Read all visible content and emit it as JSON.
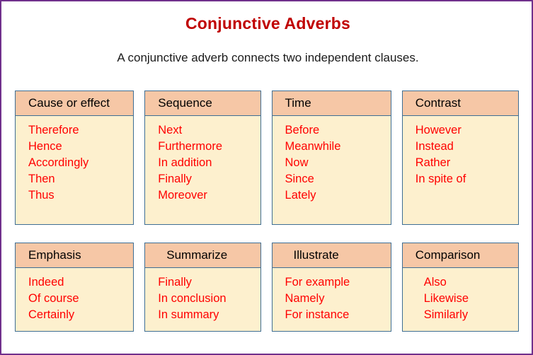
{
  "page": {
    "title": "Conjunctive Adverbs",
    "subtitle": "A conjunctive adverb connects two independent clauses.",
    "title_color": "#C00000",
    "subtitle_color": "#1a1a1a",
    "border_color": "#70308C",
    "card_border_color": "#3E6E94",
    "card_header_bg": "#F6C7A6",
    "card_body_bg": "#FDF0CE",
    "term_color": "#FF0000"
  },
  "rows": [
    {
      "cards": [
        {
          "header": "Cause or effect",
          "terms": [
            "Therefore",
            "Hence",
            "Accordingly",
            "Then",
            "Thus"
          ]
        },
        {
          "header": "Sequence",
          "terms": [
            "Next",
            "Furthermore",
            "In addition",
            "Finally",
            "Moreover"
          ]
        },
        {
          "header": "Time",
          "terms": [
            "Before",
            "Meanwhile",
            "Now",
            "Since",
            "Lately"
          ]
        },
        {
          "header": "Contrast",
          "terms": [
            "However",
            "Instead",
            "Rather",
            "In spite of"
          ]
        }
      ]
    },
    {
      "cards": [
        {
          "header": "Emphasis",
          "terms": [
            "Indeed",
            "Of course",
            "Certainly"
          ]
        },
        {
          "header": "Summarize",
          "terms": [
            "Finally",
            "In conclusion",
            "In summary"
          ]
        },
        {
          "header": "Illustrate",
          "terms": [
            "For example",
            "Namely",
            "For instance"
          ]
        },
        {
          "header": "Comparison",
          "terms": [
            "Also",
            "Likewise",
            "Similarly"
          ]
        }
      ]
    }
  ]
}
